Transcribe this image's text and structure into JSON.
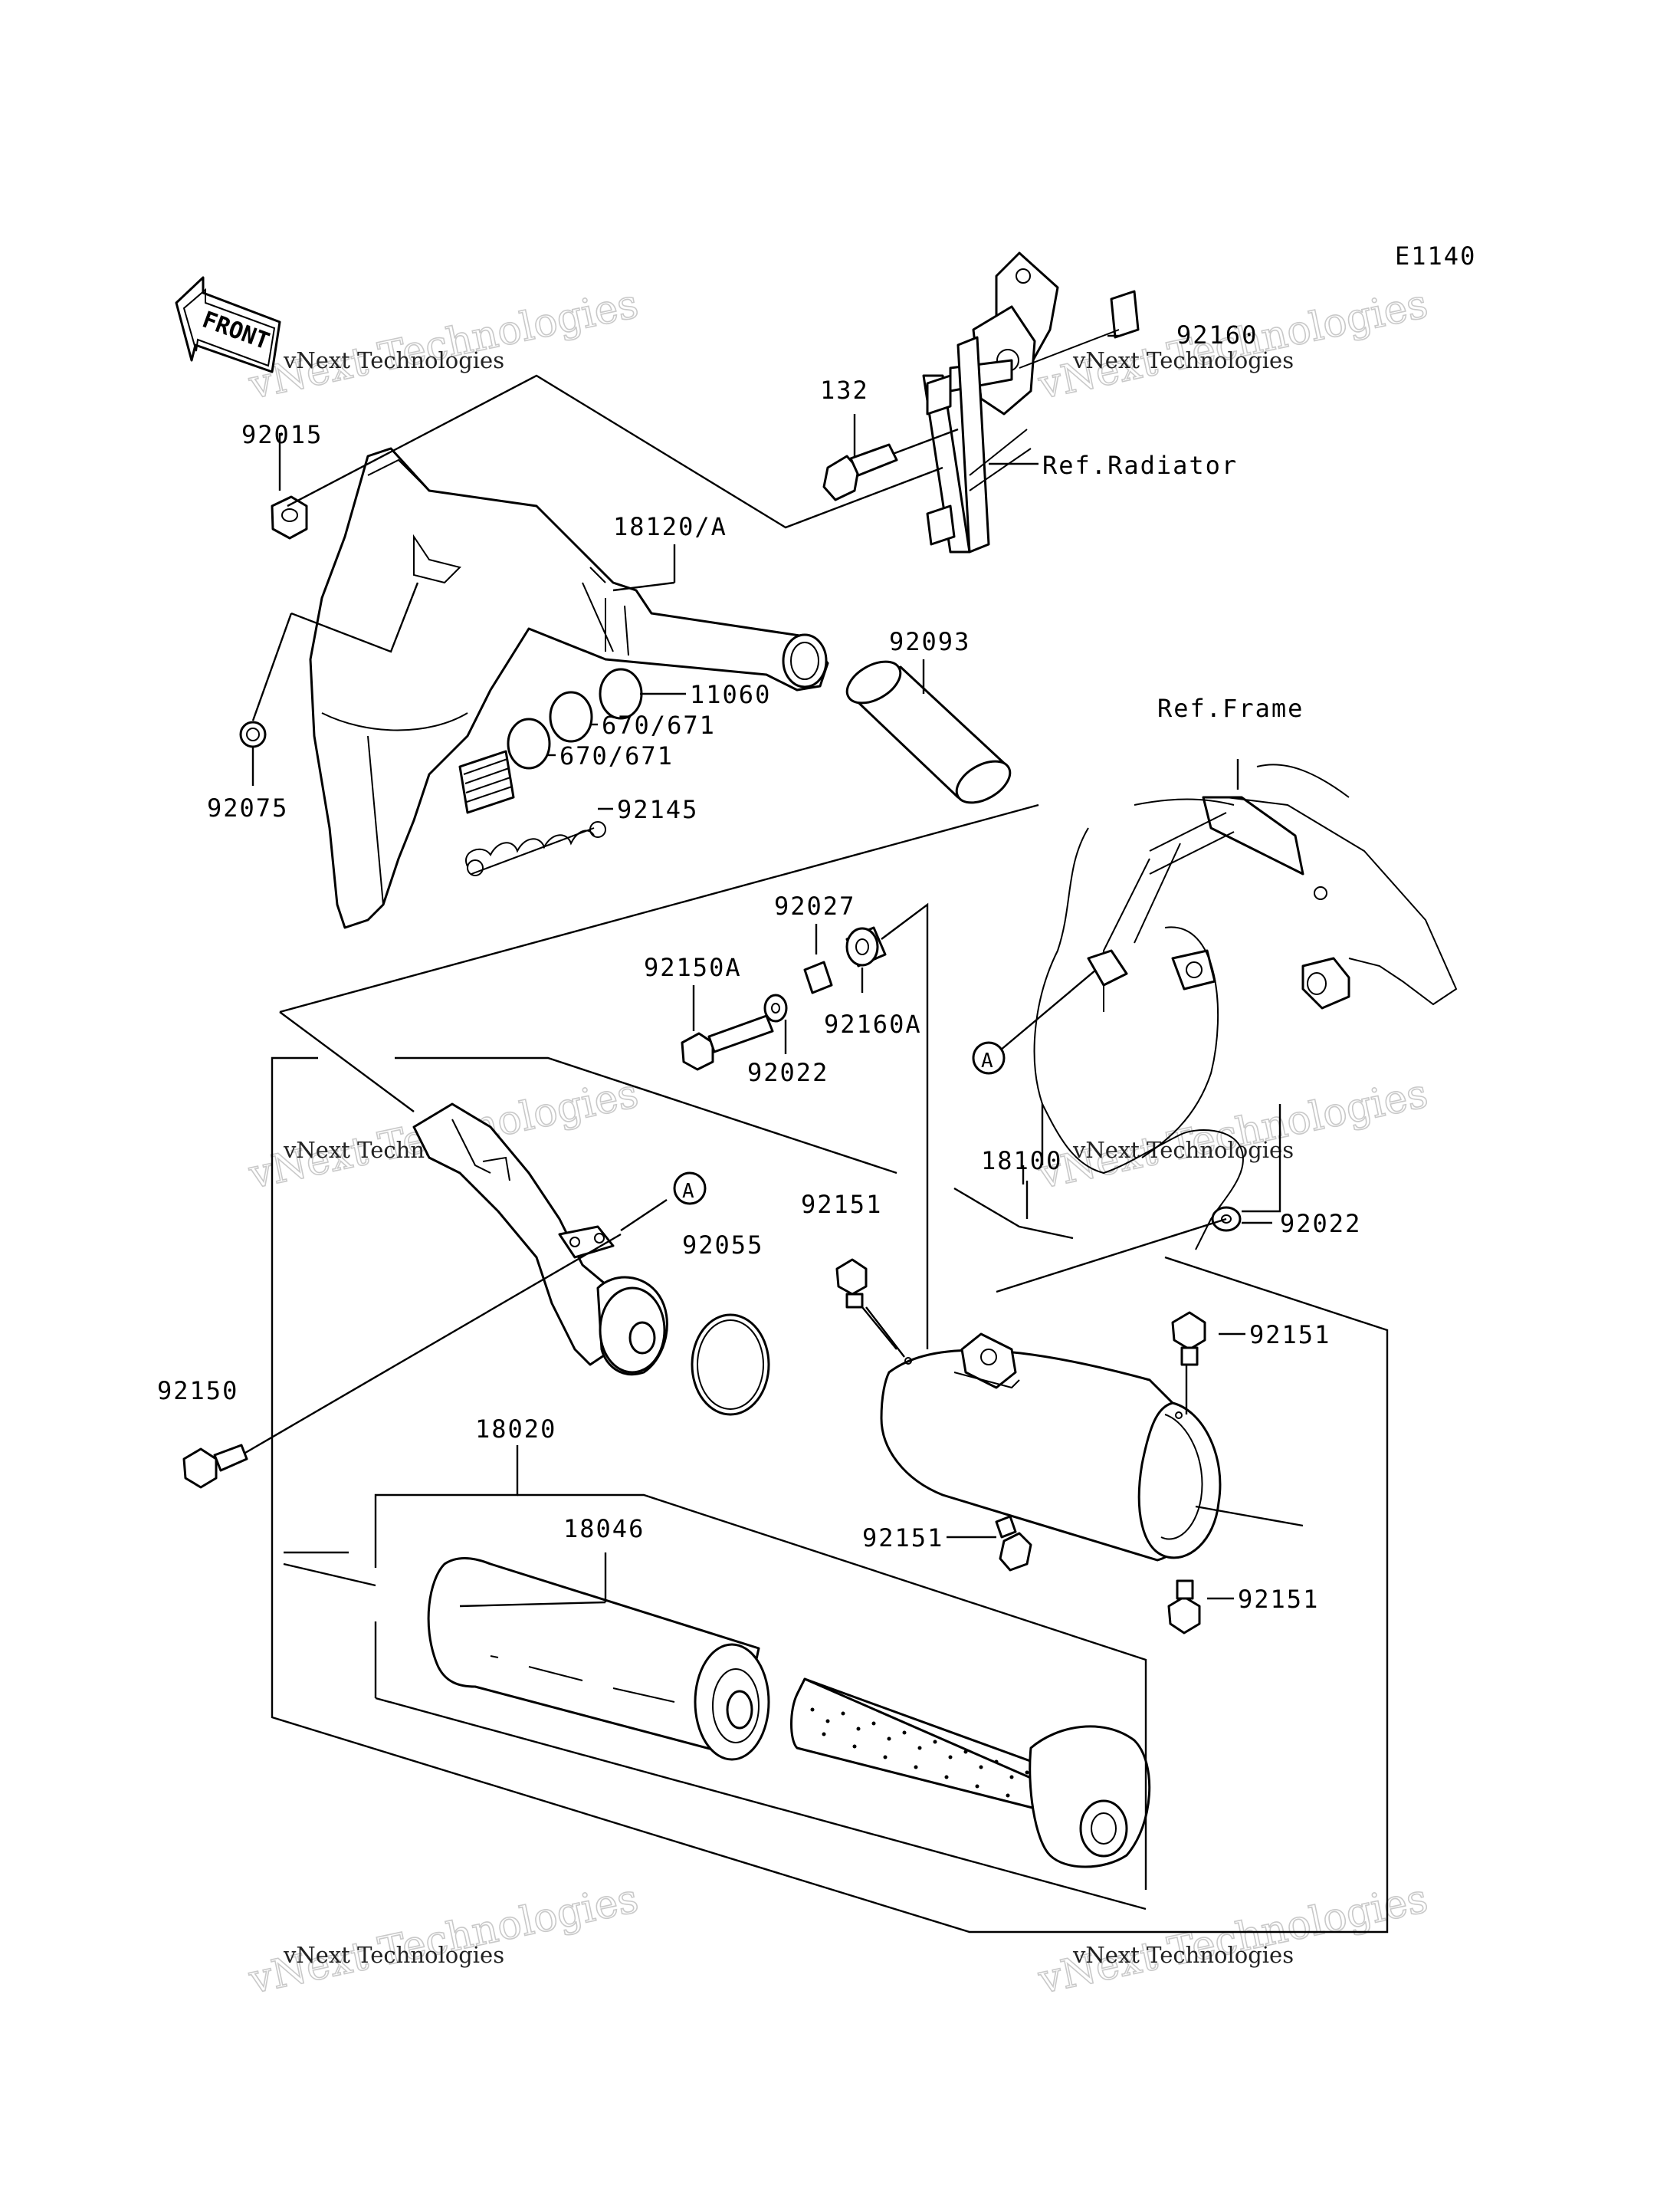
{
  "diagram_code": "E1140",
  "front_arrow_label": "FRONT",
  "watermark": {
    "line1": "vNext Technologies",
    "line2": "vNext Technologies"
  },
  "refs": {
    "radiator": "Ref.Radiator",
    "frame": "Ref.Frame"
  },
  "callout": "A",
  "parts": {
    "p92160": "92160",
    "p132": "132",
    "p92015": "92015",
    "p18120A": "18120/A",
    "p92093": "92093",
    "p11060": "11060",
    "p670a": "670/671",
    "p670b": "670/671",
    "p92075": "92075",
    "p92145": "92145",
    "p92027": "92027",
    "p92150A": "92150A",
    "p92160A": "92160A",
    "p92022a": "92022",
    "p18100": "18100",
    "p92151a": "92151",
    "p92055": "92055",
    "p92022b": "92022",
    "p92151b": "92151",
    "p92150": "92150",
    "p18020": "18020",
    "p18046": "18046",
    "p92151c": "92151",
    "p92151d": "92151"
  }
}
